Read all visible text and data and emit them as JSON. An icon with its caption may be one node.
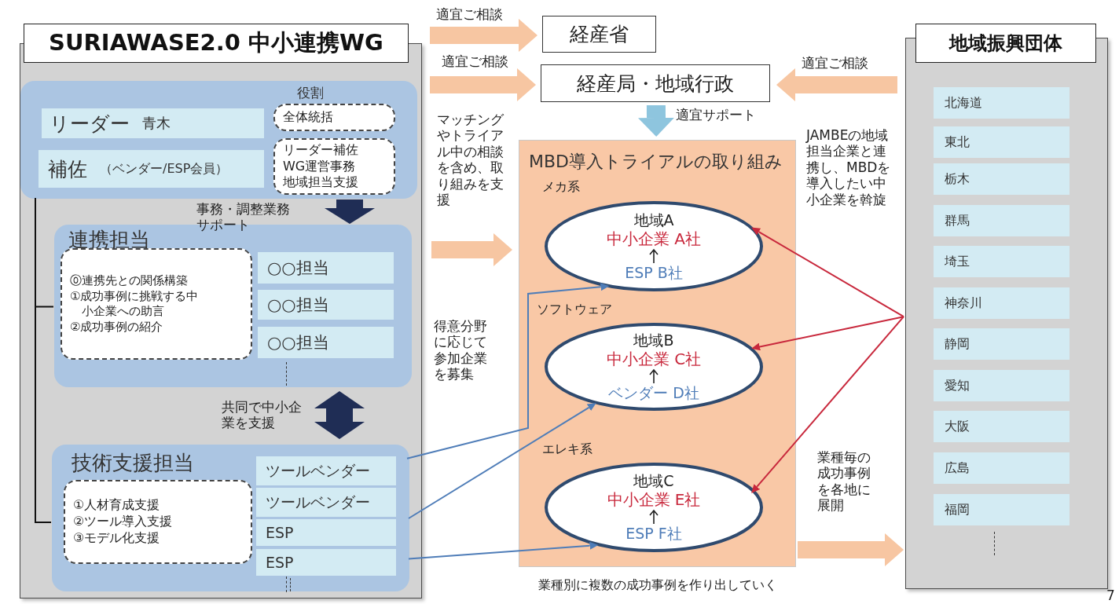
{
  "diagram": {
    "nodes": [
      {
        "text": [
          "SURIAWASE2.0 中小連携WG"
        ]
      },
      {
        "text": [
          "役割"
        ],
        "in": 0
      },
      {
        "text": [
          "リーダー",
          "青木"
        ],
        "in": 1
      },
      {
        "text": [
          "補佐",
          "（ベンダー/ESP会員）"
        ],
        "in": 1
      },
      {
        "text": [
          "全体統括"
        ],
        "in": 1
      },
      {
        "text": [
          "リーダー補佐",
          "WG運営事務",
          "地域担当支援"
        ],
        "in": 1
      },
      {
        "text": [
          "連携担当"
        ],
        "in": 0
      },
      {
        "text": [
          "⓪連携先との関係構築",
          "①成功事例に挑戦する中小企業への助言",
          "②成功事例の紹介"
        ],
        "in": 6
      },
      {
        "text": [
          "○○担当"
        ],
        "in": 6
      },
      {
        "text": [
          "○○担当"
        ],
        "in": 6
      },
      {
        "text": [
          "○○担当"
        ],
        "in": 6
      },
      {
        "text": [
          "技術支援担当"
        ],
        "in": 0
      },
      {
        "text": [
          "①人材育成支援",
          "②ツール導入支援",
          "③モデル化支援"
        ],
        "in": 11
      },
      {
        "text": [
          "ツールベンダー"
        ],
        "in": 11
      },
      {
        "text": [
          "ツールベンダー"
        ],
        "in": 11
      },
      {
        "text": [
          "ESP"
        ],
        "in": 11
      },
      {
        "text": [
          "ESP"
        ],
        "in": 11
      },
      {
        "text": [
          "経産省"
        ]
      },
      {
        "text": [
          "経産局・地域行政"
        ]
      },
      {
        "text": [
          "MBD導入トライアルの取り組み"
        ],
        "beside": [
          "業種別に複数の成功事例を作り出していく"
        ]
      },
      {
        "text": [
          "地域A",
          "中小企業 A社",
          "ESP B社"
        ],
        "in": 19,
        "beside": [
          "メカ系"
        ]
      },
      {
        "text": [
          "地域B",
          "中小企業 C社",
          "ベンダー D社"
        ],
        "in": 19,
        "beside": [
          "ソフトウェア"
        ]
      },
      {
        "text": [
          "地域C",
          "中小企業 E社",
          "ESP F社"
        ],
        "in": 19,
        "beside": [
          "エレキ系"
        ]
      },
      {
        "text": [
          "地域振興団体"
        ]
      },
      {
        "text": [
          "北海道"
        ],
        "in": 23
      },
      {
        "text": [
          "東北"
        ],
        "in": 23
      },
      {
        "text": [
          "栃木"
        ],
        "in": 23
      },
      {
        "text": [
          "群馬"
        ],
        "in": 23
      },
      {
        "text": [
          "埼玉"
        ],
        "in": 23
      },
      {
        "text": [
          "神奈川"
        ],
        "in": 23
      },
      {
        "text": [
          "静岡"
        ],
        "in": 23
      },
      {
        "text": [
          "愛知"
        ],
        "in": 23
      },
      {
        "text": [
          "大阪"
        ],
        "in": 23
      },
      {
        "text": [
          "広島"
        ],
        "in": 23
      },
      {
        "text": [
          "福岡"
        ],
        "in": 23
      }
    ],
    "edges": [
      {
        "from": 0,
        "to": 17,
        "arrow": "to",
        "label": "適宜ご相談",
        "style": "thick"
      },
      {
        "from": 0,
        "to": 18,
        "arrow": "to",
        "label": "適宜ご相談",
        "style": "thick"
      },
      {
        "from": 23,
        "to": 18,
        "arrow": "to",
        "label": "適宜ご相談",
        "style": "thick"
      },
      {
        "from": 18,
        "to": 19,
        "arrow": "to",
        "label": "適宜サポート",
        "style": "thick",
        "color": "#8ec5de"
      },
      {
        "from": 0,
        "to": 19,
        "arrow": "to",
        "label": "マッチングやトライアル中の相談を含め、取り組みを支援",
        "style": "thick"
      },
      {
        "from": 1,
        "to": 6,
        "arrow": "to",
        "label": "事務・調整業務サポート",
        "style": "thick",
        "color": "#1f2d55"
      },
      {
        "from": 6,
        "to": 11,
        "arrow": "both",
        "label": "共同で中小企業を支援",
        "style": "thick",
        "color": "#1f2d55"
      },
      {
        "from": 13,
        "to": 20,
        "arrow": "to",
        "color": "#4f7db8"
      },
      {
        "from": 14,
        "to": 21,
        "arrow": "to",
        "color": "#4f7db8"
      },
      {
        "from": 16,
        "to": 22,
        "arrow": "to",
        "color": "#4f7db8"
      },
      {
        "from": 23,
        "to": 20,
        "arrow": "to",
        "color": "#c8283c"
      },
      {
        "from": 23,
        "to": 21,
        "arrow": "to",
        "color": "#c8283c"
      },
      {
        "from": 23,
        "to": 22,
        "arrow": "to",
        "color": "#c8283c"
      },
      {
        "from": 1,
        "to": 6,
        "arrow": "none",
        "color": "#111111"
      },
      {
        "from": 1,
        "to": 11,
        "arrow": "none",
        "color": "#111111"
      },
      {
        "from": 19,
        "to": 23,
        "arrow": "to",
        "label": "業種毎の成功事例を各地に展開",
        "style": "thick"
      }
    ],
    "labels": [
      "得意分野に応じて参加企業を募集",
      "JAMBEの地域担当企業と連携し、MBDを導入したい中小企業を斡旋",
      "7"
    ]
  }
}
